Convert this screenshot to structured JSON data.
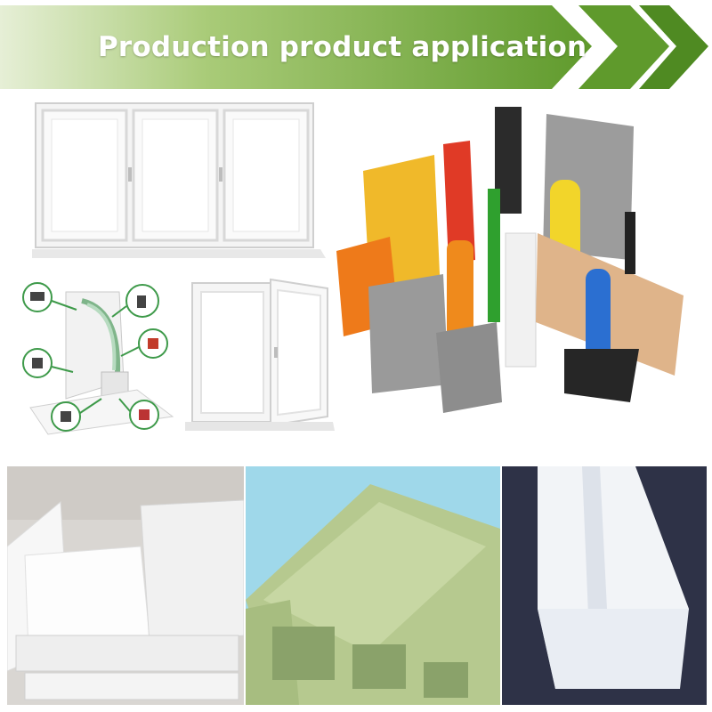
{
  "banner": {
    "title": "Production product application",
    "colors": {
      "light": "#b9d48a",
      "mid": "#7fae3f",
      "dark": "#4f8a22"
    }
  },
  "images": [
    {
      "name": "pvc-triple-window",
      "subject": "white uPVC triple casement window"
    },
    {
      "name": "window-profile-seals",
      "subject": "window profile cross-section with seal callouts"
    },
    {
      "name": "open-casement-window",
      "subject": "white window with opened sash"
    },
    {
      "name": "colored-extrusion-profiles",
      "subject": "assorted colored plastic extrusion profiles"
    },
    {
      "name": "white-profile-photo",
      "subject": "white extruded profile pieces"
    },
    {
      "name": "green-profile-photo",
      "subject": "light green multi-chamber profile"
    },
    {
      "name": "translucent-profile-photo",
      "subject": "white translucent profile on dark fabric"
    }
  ]
}
